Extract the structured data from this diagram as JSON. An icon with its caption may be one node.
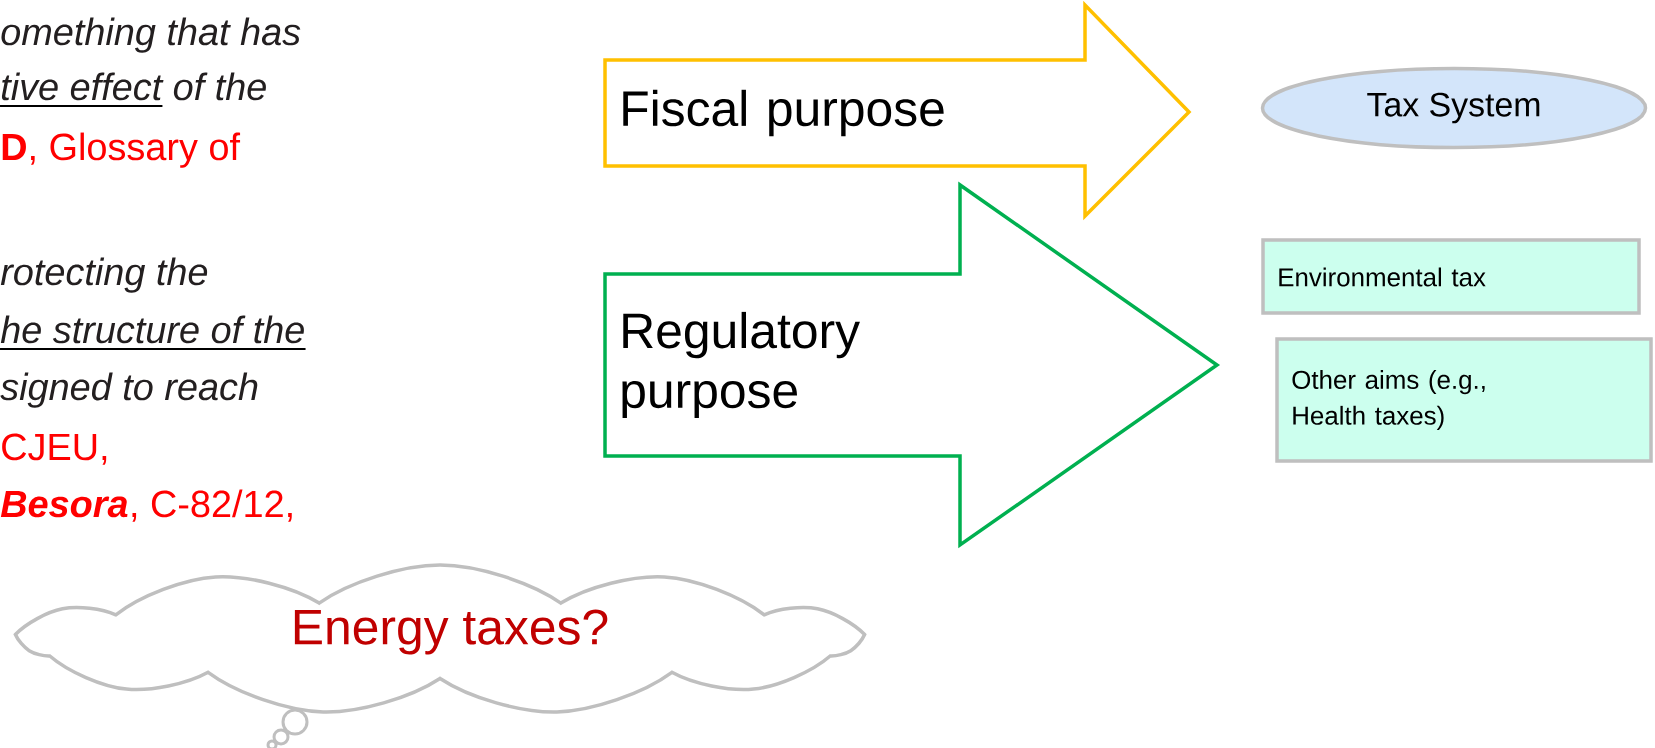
{
  "diagram": {
    "nodes": [
      {
        "text": [
          "Fiscal purpose"
        ]
      },
      {
        "text": [
          "Regulatory purpose"
        ]
      },
      {
        "text": [
          "Tax System"
        ]
      },
      {
        "text": [
          "Environmental tax"
        ]
      },
      {
        "text": [
          "Other aims (e.g., Health taxes)"
        ]
      },
      {
        "text": [
          "Energy taxes?"
        ]
      }
    ],
    "labels": [
      "omething that has",
      "tive effect",
      "of the",
      "**D**, Glossary of",
      "rotecting the",
      "he structure of the",
      "signed to reach",
      "CJEU,",
      "Besora",
      ", C-82/12,"
    ]
  }
}
